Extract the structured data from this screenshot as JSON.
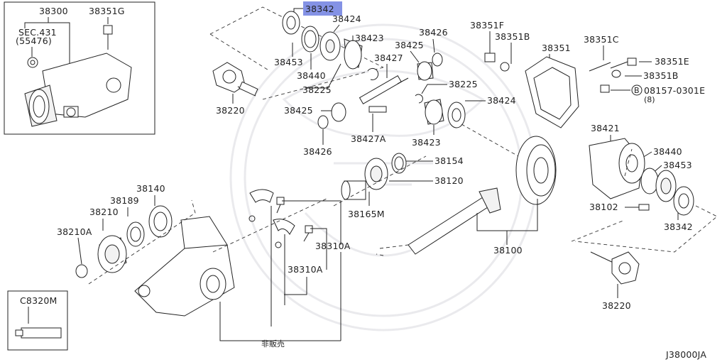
{
  "diagram_code": "J38000JA",
  "highlighted_part": "38342",
  "highlight_color": "#6f7fe0",
  "not_sold_label": "非販売",
  "labels": {
    "p38300": "38300",
    "p38351G": "38351G",
    "sec431": "SEC.431",
    "sec431_sub": "(55476)",
    "p38342_top": "38342",
    "p38424_top": "38424",
    "p38423_top": "38423",
    "p38453_top": "38453",
    "p38440_top": "38440",
    "p38225_top": "38225",
    "p38220_left": "38220",
    "p38426_top": "38426",
    "p38425_top": "38425",
    "p38427": "38427",
    "p38225_mid": "38225",
    "p38424_mid": "38424",
    "p38425_mid": "38425",
    "p38426_mid": "38426",
    "p38427A": "38427A",
    "p38423_mid": "38423",
    "p38351F": "38351F",
    "p38351B_top": "38351B",
    "p38351": "38351",
    "p38351C": "38351C",
    "p38351E": "38351E",
    "p38351B_right": "38351B",
    "bolt_code": "08157-0301E",
    "bolt_code_circle": "B",
    "bolt_qty": "(8)",
    "p38421": "38421",
    "p38440_right": "38440",
    "p38453_right": "38453",
    "p38102": "38102",
    "p38342_right": "38342",
    "p38220_right": "38220",
    "p38154": "38154",
    "p38120": "38120",
    "p38165M": "38165M",
    "p38100": "38100",
    "p38140": "38140",
    "p38189": "38189",
    "p38210": "38210",
    "p38210A": "38210A",
    "p38310A_1": "38310A",
    "p38310A_2": "38310A",
    "pC8320M": "C8320M"
  }
}
